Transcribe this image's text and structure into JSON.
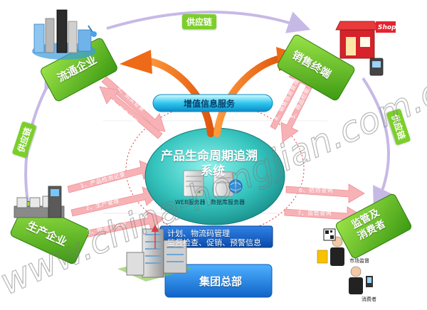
{
  "nodes": {
    "distributor": "流通企业",
    "retailer": "销售终端",
    "producer": "生产企业",
    "regulator": [
      "监管及",
      "消费者"
    ]
  },
  "center": {
    "title_line1": "产品生命周期追溯",
    "title_line2": "系统",
    "web_server": "WEB服务器",
    "db_server": "数据库服务器"
  },
  "value_added": "增值信息服务",
  "headquarters": {
    "label": "集团总部",
    "info_line1": "计划、物流码管理",
    "info_line2": "监督检查、促销、预警信息"
  },
  "chains": {
    "top": "供应链",
    "left": "供应链",
    "right": "供应链"
  },
  "arrows": {
    "dist_1": "4、购买登录",
    "dist_2": "6、销售结算",
    "retail_1": "4、销售信息管理",
    "retail_2": "5、商品检索",
    "prod_1": "1、产品检测记录",
    "prod_2": "2、生产管理",
    "prod_3": "3、物流码发放",
    "reg_1": "6、防伪查询",
    "reg_2": "7、监管查询"
  },
  "people": {
    "market_regulator": "市场监督",
    "consumer": "消费者"
  },
  "icons": {
    "shop_sign": "Shop"
  },
  "watermark": "www.china-hongjian.com.cn",
  "colors": {
    "green": "#56b51c",
    "arrow_orange": "#ee6a16",
    "teal": "#2ab7b4",
    "blue_box": "#1c7fe0",
    "pink_arrow": "#f7b2b6"
  }
}
